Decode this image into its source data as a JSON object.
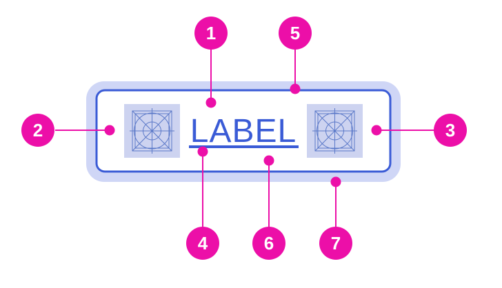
{
  "button": {
    "label": "LABEL"
  },
  "callouts": [
    {
      "number": "1"
    },
    {
      "number": "2"
    },
    {
      "number": "3"
    },
    {
      "number": "4"
    },
    {
      "number": "5"
    },
    {
      "number": "6"
    },
    {
      "number": "7"
    }
  ],
  "colors": {
    "callout": "#ec0fa8",
    "outline": "#3a5bd6",
    "halo": "#cfd6f6",
    "icon_bg": "#cdd3f0",
    "icon_lines": "#5a78c8"
  },
  "icons": {
    "leading": "placeholder-icon",
    "trailing": "placeholder-icon"
  }
}
